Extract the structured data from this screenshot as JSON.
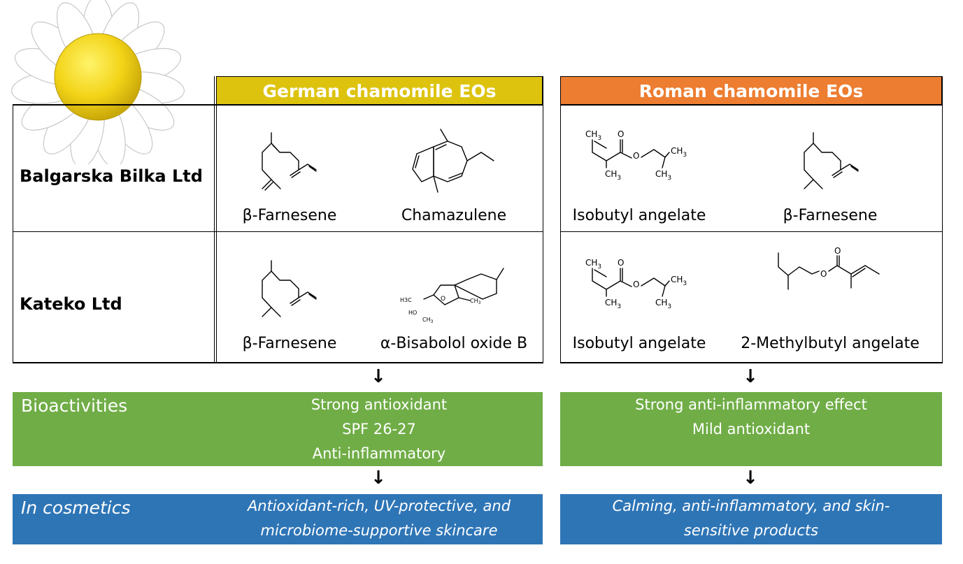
{
  "headers": {
    "german": "German chamomile EOs",
    "roman": "Roman chamomile EOs"
  },
  "companies": {
    "balgarska": "Balgarska Bilka Ltd",
    "kateko": "Kateko Ltd"
  },
  "compounds": {
    "r1_german_1": "β-Farnesene",
    "r1_german_2": "Chamazulene",
    "r1_roman_1": "Isobutyl angelate",
    "r1_roman_2": "β-Farnesene",
    "r2_german_1": "β-Farnesene",
    "r2_german_2": "α-Bisabolol oxide B",
    "r2_roman_1": "Isobutyl angelate",
    "r2_roman_2": "2-Methylbutyl angelate"
  },
  "structure_labels": {
    "ch3": "CH",
    "sub3": "3",
    "o": "O",
    "ho": "HO",
    "h3c": "H3C"
  },
  "arrow_glyph": "↓",
  "bioactivities": {
    "label": "Bioactivities",
    "german": [
      "Strong antioxidant",
      "SPF 26-27",
      "Anti-inflammatory"
    ],
    "roman": [
      "Strong anti-inflammatory effect",
      "Mild antioxidant"
    ]
  },
  "cosmetics": {
    "label": "In cosmetics",
    "german": [
      "Antioxidant-rich, UV-protective, and",
      "microbiome-supportive skincare"
    ],
    "roman": [
      "Calming, anti-inflammatory, and skin-",
      "sensitive products"
    ]
  },
  "colors": {
    "german_header": "#ddc30e",
    "roman_header": "#ed7d31",
    "bioactivities_band": "#70ad47",
    "cosmetics_band": "#2e75b6"
  },
  "icons": [
    "chamomile-flower-icon",
    "down-arrow-icon",
    "molecule-structure-icon"
  ]
}
